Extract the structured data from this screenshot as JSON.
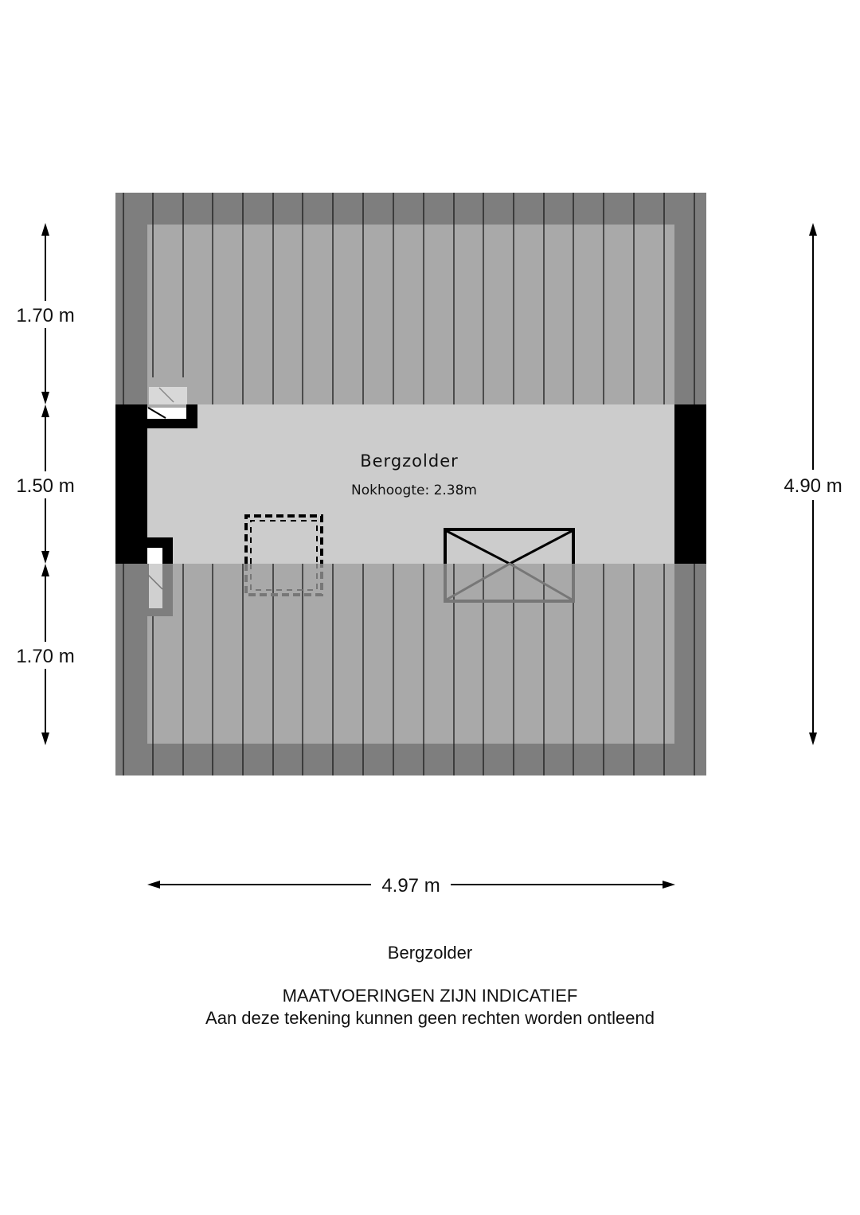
{
  "room": {
    "name": "Bergzolder",
    "ridge_height": "Nokhoogte: 2.38m"
  },
  "dimensions": {
    "left_top": "1.70 m",
    "left_middle": "1.50 m",
    "left_bottom": "1.70 m",
    "right_total": "4.90 m",
    "bottom_total": "4.97 m"
  },
  "caption": {
    "title": "Bergzolder",
    "disclaimer_line1": "MAATVOERINGEN ZIJN INDICATIEF",
    "disclaimer_line2": "Aan deze tekening kunnen geen rechten worden ontleend"
  },
  "colors": {
    "roof_outer": "#7e7e7e",
    "roof_inner": "#a9a9a9",
    "floor": "#cccccc",
    "wall": "#000000"
  }
}
